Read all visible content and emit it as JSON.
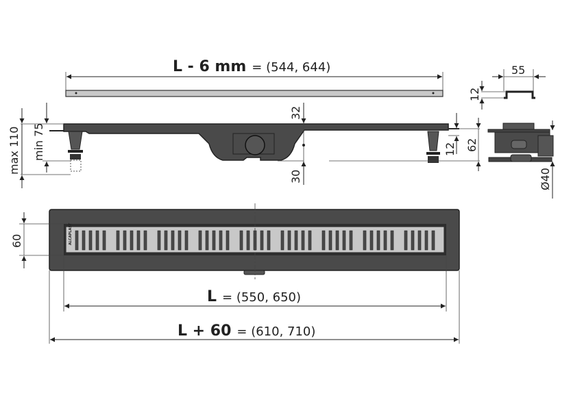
{
  "grate_length": {
    "bold": "L - 6 mm",
    "rest": "= (544, 644)"
  },
  "channel_length": {
    "bold": "L",
    "rest": "= (550, 650)"
  },
  "total_length": {
    "bold": "L + 60",
    "rest": "= (610, 710)"
  },
  "side_view": {
    "max_height": "max 110",
    "min_height": "min 75",
    "top_to_outlet": "32",
    "outlet_below": "30",
    "frame_height": "12",
    "body_height": "62"
  },
  "section_view": {
    "grate_width": "55",
    "grate_height": "12",
    "outlet_diameter": "Ø40"
  },
  "top_view": {
    "grate_width": "60",
    "logo_text": "ALCAPLAST",
    "slot_groups": 9,
    "slots_per_group": 5
  },
  "colors": {
    "body": "#4a4a4a",
    "grate": "#c8c8c8",
    "line": "#222222"
  }
}
